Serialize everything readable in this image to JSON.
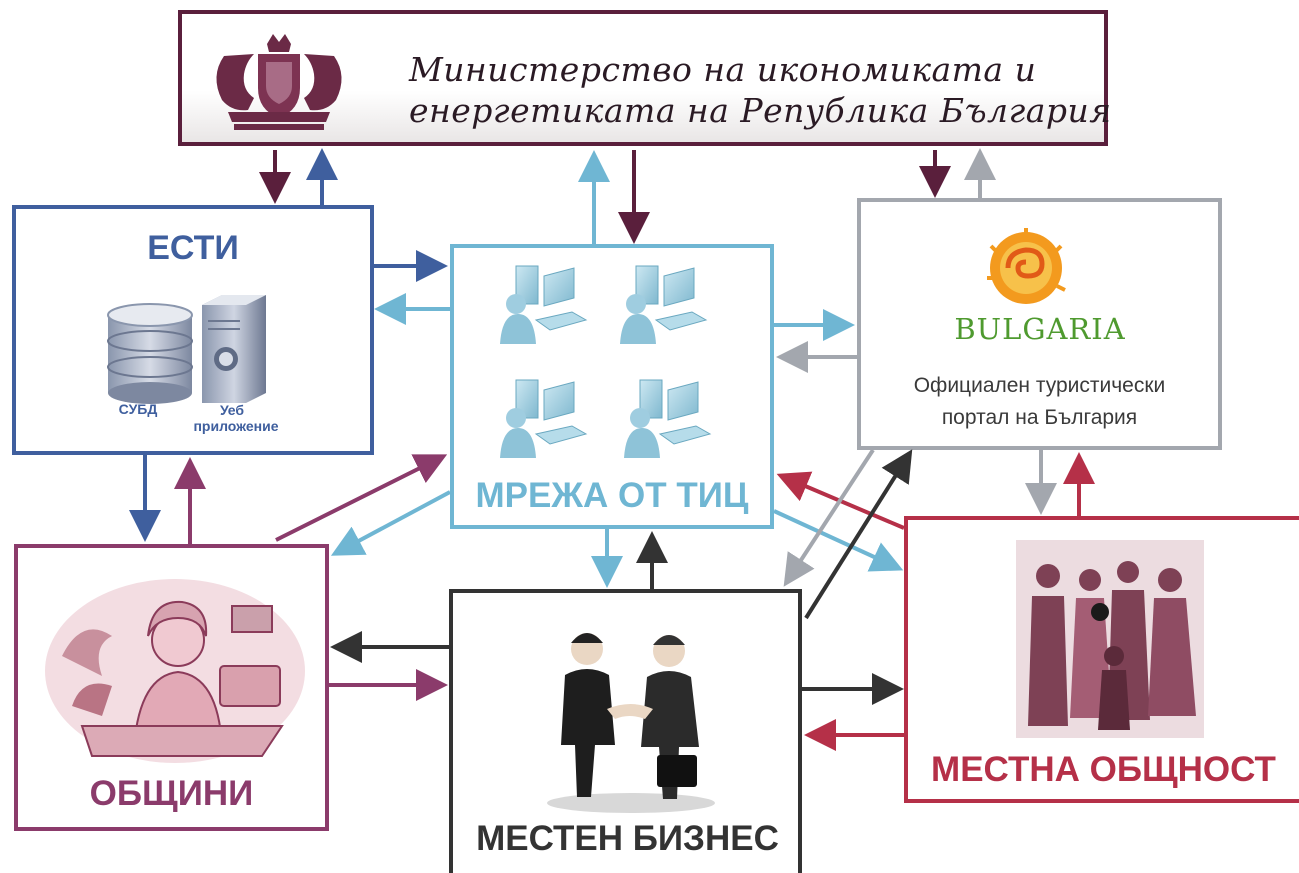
{
  "ministry": {
    "line1": "Министерство на икономиката и",
    "line2": "енергетиката на Република България"
  },
  "esti": {
    "title": "ЕСТИ",
    "dbms_label": "СУБД",
    "web_label_1": "Уеб",
    "web_label_2": "приложение"
  },
  "tic": {
    "title": "МРЕЖА ОТ ТИЦ"
  },
  "bulgaria_portal": {
    "logo_text": "BULGARIA",
    "line1": "Официален туристически",
    "line2": "портал на България"
  },
  "obshtini": {
    "title": "ОБЩИНИ"
  },
  "biznes": {
    "title": "МЕСТЕН БИЗНЕС"
  },
  "obshtnost": {
    "title": "МЕСТНА ОБЩНОСТ"
  },
  "colors": {
    "ministry": "#5a1f3c",
    "esti": "#3f5f9e",
    "tic": "#6fb6d3",
    "portal": "#a3a7ae",
    "obshtini": "#8b3b6b",
    "biznes": "#333333",
    "obshtnost": "#b53048"
  }
}
